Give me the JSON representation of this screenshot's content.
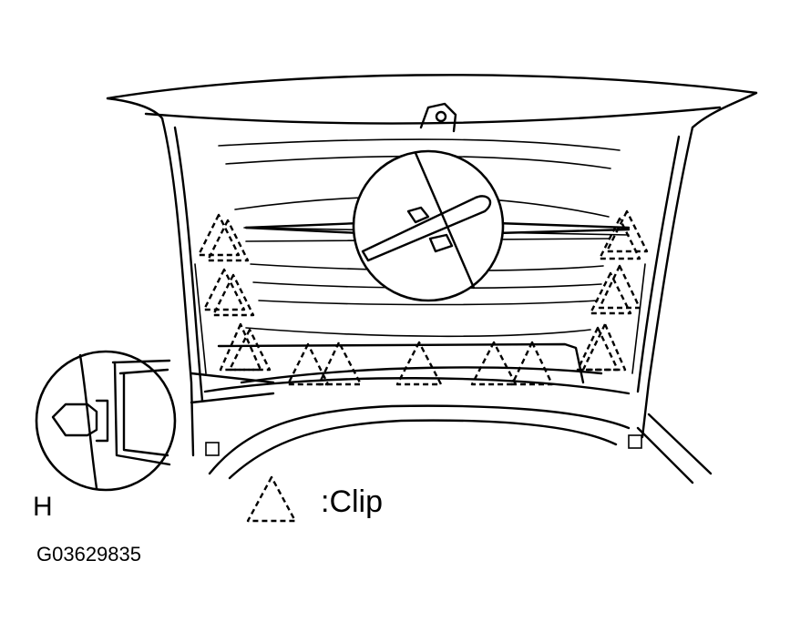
{
  "labels": {
    "view_letter": "H",
    "legend_text": ":Clip",
    "figure_code": "G03629835"
  },
  "legend": {
    "symbol": "dashed-triangle-icon",
    "meaning": ":Clip"
  },
  "colors": {
    "line": "#000000",
    "background": "#ffffff"
  }
}
